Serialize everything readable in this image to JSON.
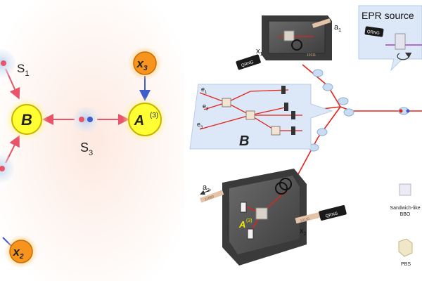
{
  "left_network": {
    "nodes": {
      "B": "B",
      "A3": "A",
      "A3_sup": "(3)",
      "x3": "x",
      "x3_sub": "3",
      "x2": "x",
      "x2_sub": "2"
    },
    "sources": {
      "S1": "S",
      "S1_sub": "1",
      "S3": "S",
      "S3_sub": "3"
    }
  },
  "experiment": {
    "epr_title": "EPR source",
    "qrng_label": "QRNG",
    "station_B": "B",
    "station_A": "A",
    "station_A_sup": "(3)",
    "top_output": "a",
    "top_output_sub": "1",
    "top_input": "x",
    "top_input_sub": "1",
    "bottom_output": "a",
    "bottom_output_sub": "2",
    "bottom_input": "x",
    "bottom_input_sub": "2",
    "outputs_B": [
      {
        "label": "e",
        "sub": "1"
      },
      {
        "label": "e",
        "sub": "2"
      },
      {
        "label": "e",
        "sub": "3"
      }
    ],
    "bits_top": "10111",
    "bits_bottom_in": "10110",
    "bits_bottom_out": "11000"
  },
  "legend": {
    "bbo_label_line1": "Sandwich-like",
    "bbo_label_line2": "BBO",
    "pbs_label": "PBS"
  },
  "colors": {
    "node_yellow": "#ffff33",
    "node_orange": "#f7941d",
    "source_blue": "#a9c8e8",
    "arrow_red": "#e8556a",
    "arrow_blue": "#3f5ccc",
    "laser_red": "#e2231a",
    "panel_blue": "#dce8f7"
  }
}
